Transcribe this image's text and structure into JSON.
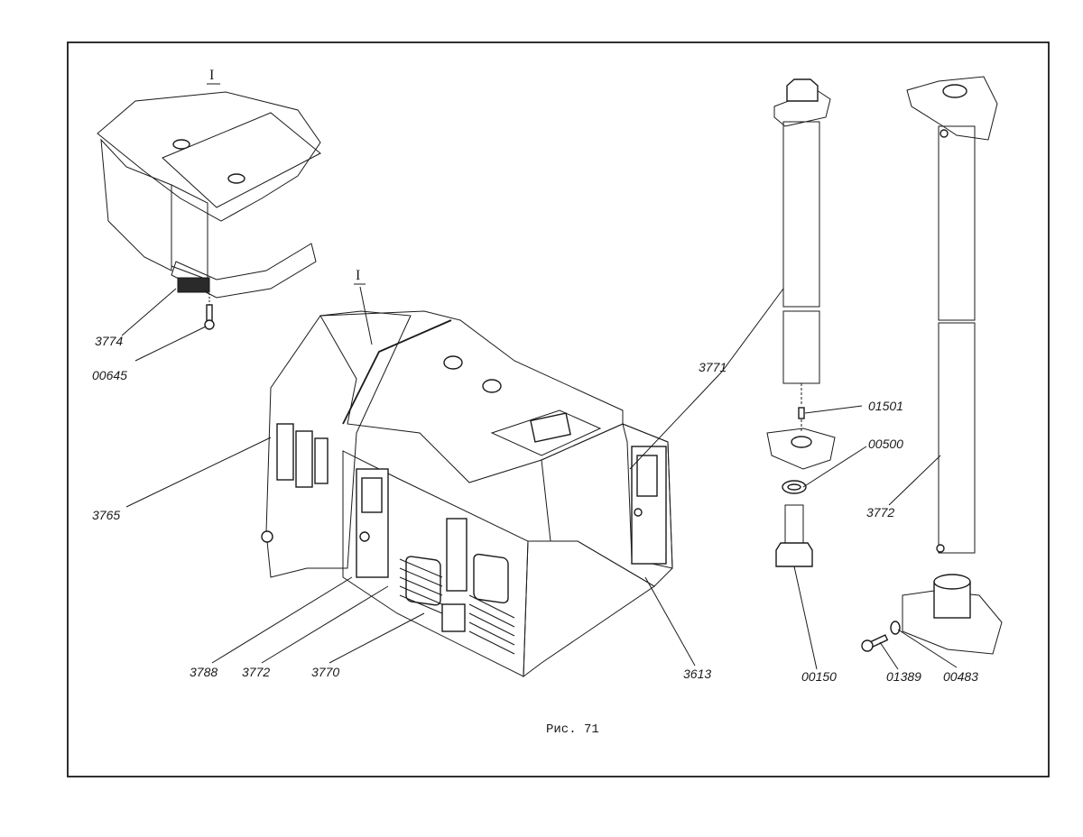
{
  "figure": {
    "caption": "Рис. 71",
    "view_mark_detail": "I",
    "view_mark_body": "I"
  },
  "callouts": [
    {
      "id": "c3774",
      "text": "3774"
    },
    {
      "id": "c00645",
      "text": "00645"
    },
    {
      "id": "c3765",
      "text": "3765"
    },
    {
      "id": "c3788",
      "text": "3788"
    },
    {
      "id": "c3772a",
      "text": "3772"
    },
    {
      "id": "c3770",
      "text": "3770"
    },
    {
      "id": "c3613",
      "text": "3613"
    },
    {
      "id": "c3771",
      "text": "3771"
    },
    {
      "id": "c01501",
      "text": "01501"
    },
    {
      "id": "c00500",
      "text": "00500"
    },
    {
      "id": "c00150",
      "text": "00150"
    },
    {
      "id": "c3772b",
      "text": "3772"
    },
    {
      "id": "c01389",
      "text": "01389"
    },
    {
      "id": "c00483",
      "text": "00483"
    }
  ]
}
